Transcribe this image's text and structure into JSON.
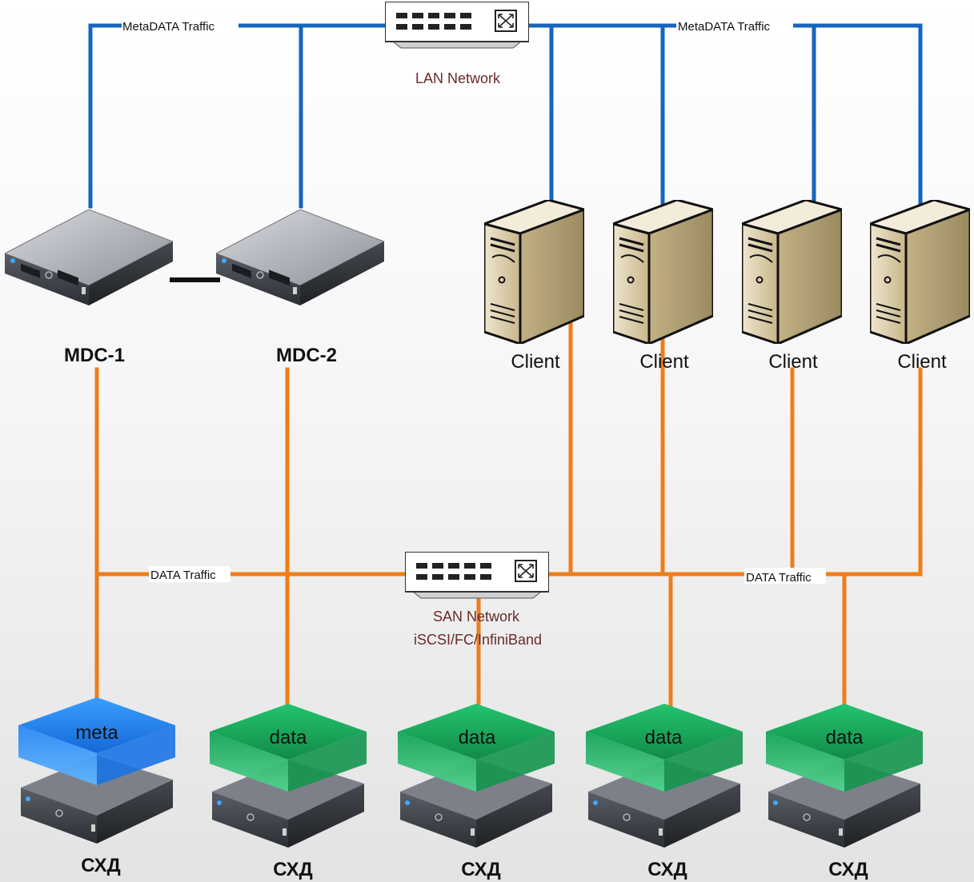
{
  "lan_switch": {
    "label": "LAN Network"
  },
  "san_switch": {
    "label_line1": "SAN Network",
    "label_line2": "iSCSI/FC/InfiniBand"
  },
  "traffic_labels": {
    "metadata_left": "MetaDATA Traffic",
    "metadata_right": "MetaDATA Traffic",
    "data_left": "DATA Traffic",
    "data_right": "DATA Traffic"
  },
  "mdc_servers": [
    {
      "label": "MDC-1"
    },
    {
      "label": "MDC-2"
    }
  ],
  "clients": [
    {
      "label": "Client"
    },
    {
      "label": "Client"
    },
    {
      "label": "Client"
    },
    {
      "label": "Client"
    }
  ],
  "storages": [
    {
      "box_label": "meta",
      "label": "СХД",
      "kind": "meta"
    },
    {
      "box_label": "data",
      "label": "СХД",
      "kind": "data"
    },
    {
      "box_label": "data",
      "label": "СХД",
      "kind": "data"
    },
    {
      "box_label": "data",
      "label": "СХД",
      "kind": "data"
    },
    {
      "box_label": "data",
      "label": "СХД",
      "kind": "data"
    }
  ],
  "colors": {
    "lan_link": "#1565c0",
    "san_link": "#ef7d1a",
    "meta_box": "#1e7ff0",
    "data_box": "#18a457",
    "label_dark_red": "#6b2a2a"
  },
  "icons": {
    "switch": "network-switch-icon",
    "mdc": "rack-server-icon",
    "client": "tower-server-icon",
    "storage": "storage-array-icon"
  }
}
